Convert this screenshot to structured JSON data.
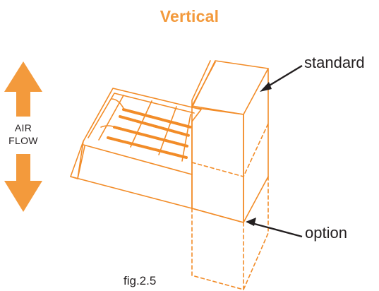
{
  "title": "Vertical",
  "airflow": {
    "line1": "AIR",
    "line2": "FLOW"
  },
  "callouts": {
    "standard": "standard",
    "option": "option"
  },
  "caption": "fig.2.5",
  "colors": {
    "accent": "#f39a3c",
    "line": "#f28c28",
    "text": "#231f20",
    "arrow": "#231f20"
  },
  "icons": {
    "airflow_arrow": "double-headed-vertical-arrow-icon",
    "coil_unit": "heater-coil-box-icon"
  }
}
